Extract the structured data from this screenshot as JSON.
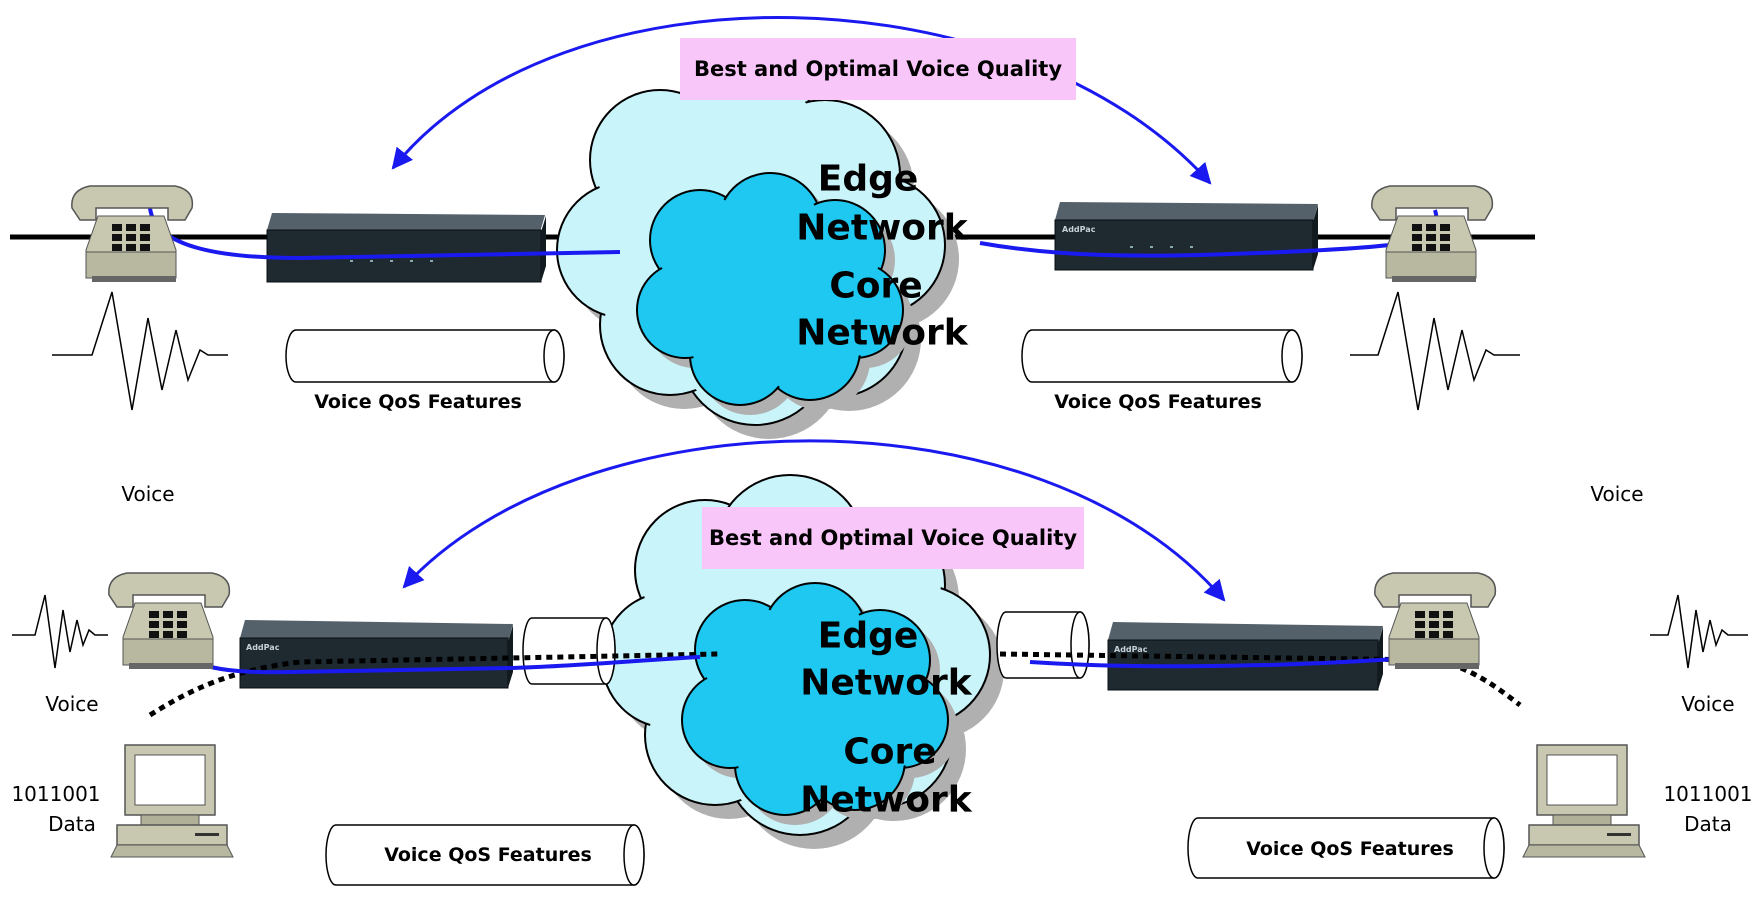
{
  "top": {
    "banner": "Best and Optimal Voice Quality",
    "cloud_outer": [
      "Edge",
      "Network"
    ],
    "cloud_inner": [
      "Core",
      "Network"
    ],
    "tube_left": "Voice QoS Features",
    "tube_right": "Voice QoS Features",
    "voice_left": "Voice",
    "voice_right": "Voice",
    "device_right_brand": "AddPac"
  },
  "bottom": {
    "banner": "Best and Optimal Voice Quality",
    "cloud_outer": [
      "Edge",
      "Network"
    ],
    "cloud_inner": [
      "Core",
      "Network"
    ],
    "tube_left": "Voice QoS Features",
    "tube_right": "Voice QoS Features",
    "voice_left": "Voice",
    "voice_right": "Voice",
    "data_left": [
      "1011001",
      "Data"
    ],
    "data_right": [
      "1011001",
      "Data"
    ],
    "device_left_brand": "AddPac",
    "device_right_brand": "AddPac"
  },
  "colors": {
    "voice_path": "#1a1af0",
    "cloud_outer": "#c8f4fa",
    "cloud_inner": "#1ec8f0",
    "cloud_shadow": "#b0b0b0",
    "banner_bg": "#f9c6f9",
    "phone_body": "#c8c8b0",
    "device_body": "#1e2a30"
  }
}
